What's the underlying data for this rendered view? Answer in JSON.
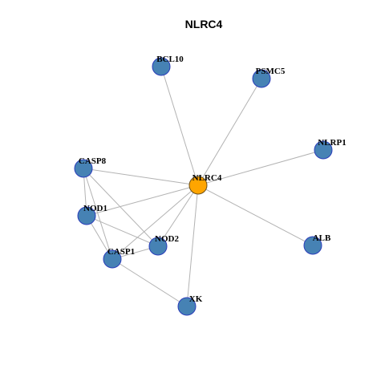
{
  "title": "NLRC4",
  "colors": {
    "background": "#ffffff",
    "edge": "#b3b3b3",
    "node_fill": "#4682b4",
    "node_stroke": "#2a3dba",
    "center_fill": "#ffa500",
    "center_stroke": "#6b4f1a",
    "label": "#000000"
  },
  "nodes": [
    {
      "id": "NLRC4",
      "center": true
    },
    {
      "id": "BCL10"
    },
    {
      "id": "PSMC5"
    },
    {
      "id": "NLRP1"
    },
    {
      "id": "CASP8"
    },
    {
      "id": "NOD1"
    },
    {
      "id": "NOD2"
    },
    {
      "id": "CASP1"
    },
    {
      "id": "ALB"
    },
    {
      "id": "XK"
    }
  ],
  "edges": [
    [
      "NLRC4",
      "BCL10"
    ],
    [
      "NLRC4",
      "PSMC5"
    ],
    [
      "NLRC4",
      "NLRP1"
    ],
    [
      "NLRC4",
      "CASP8"
    ],
    [
      "NLRC4",
      "NOD1"
    ],
    [
      "NLRC4",
      "NOD2"
    ],
    [
      "NLRC4",
      "CASP1"
    ],
    [
      "NLRC4",
      "ALB"
    ],
    [
      "NLRC4",
      "XK"
    ],
    [
      "CASP8",
      "NOD1"
    ],
    [
      "CASP8",
      "CASP1"
    ],
    [
      "CASP8",
      "NOD2"
    ],
    [
      "NOD1",
      "CASP1"
    ],
    [
      "NOD1",
      "NOD2"
    ],
    [
      "CASP1",
      "NOD2"
    ],
    [
      "CASP1",
      "XK"
    ]
  ]
}
